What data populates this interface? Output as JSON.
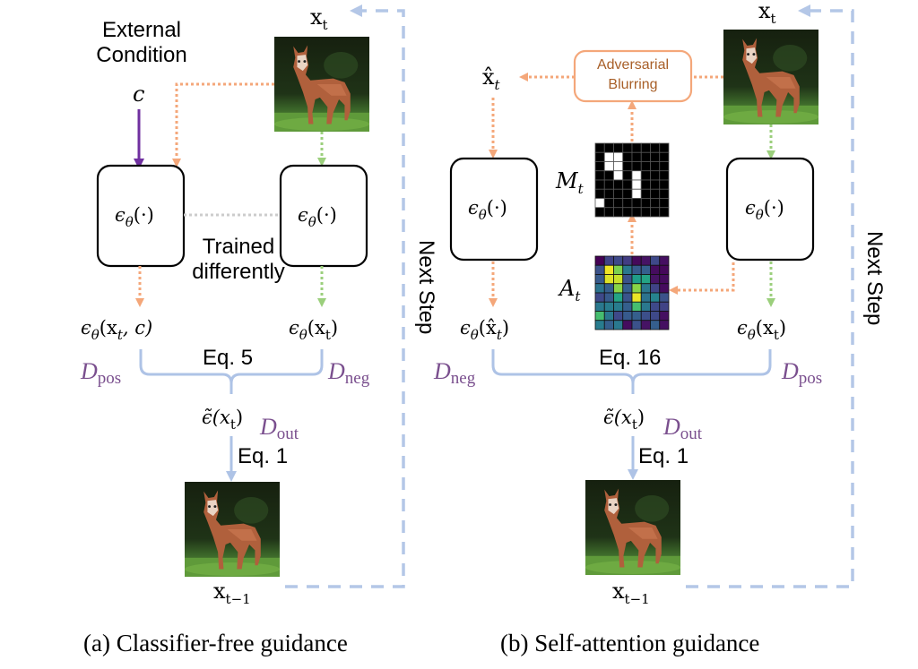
{
  "panels": {
    "a": {
      "caption": "(a) Classifier-free guidance",
      "external_condition": [
        "External",
        "Condition"
      ],
      "condition_symbol": "c",
      "input_label": "x",
      "input_sub": "t",
      "model_left": "ϵθ(·)",
      "model_right": "ϵθ(·)",
      "trained_note": [
        "Trained",
        "differently"
      ],
      "out_left": {
        "main": "ϵ",
        "sub": "θ",
        "args": "(x",
        "arg_sub": "t",
        "tail": ", c)"
      },
      "out_right": {
        "main": "ϵ",
        "sub": "θ",
        "args": "(x",
        "arg_sub": "t",
        "tail": ")"
      },
      "eq_merge": "Eq. 5",
      "d_left": {
        "main": "D",
        "sub": "pos"
      },
      "d_right": {
        "main": "D",
        "sub": "neg"
      },
      "combined": {
        "main": "ϵ̃(x",
        "sub": "t",
        "tail": ")"
      },
      "d_out": {
        "main": "D",
        "sub": "out"
      },
      "eq_step": "Eq. 1",
      "output_label": "x",
      "output_sub": "t−1",
      "next_step": "Next Step"
    },
    "b": {
      "caption": "(b) Self-attention guidance",
      "input_label": "x",
      "input_sub": "t",
      "blur_box": [
        "Adversarial",
        "Blurring"
      ],
      "blurred_label": "x̂",
      "blurred_sub": "t",
      "mask_label": {
        "main": "M",
        "sub": "t"
      },
      "attn_label": {
        "main": "A",
        "sub": "t"
      },
      "model_left": "ϵθ(·)",
      "model_right": "ϵθ(·)",
      "out_left": {
        "main": "ϵ",
        "sub": "θ",
        "args": "(x̂",
        "arg_sub": "t",
        "tail": ")"
      },
      "out_right": {
        "main": "ϵ",
        "sub": "θ",
        "args": "(x",
        "arg_sub": "t",
        "tail": ")"
      },
      "eq_merge": "Eq. 16",
      "d_left": {
        "main": "D",
        "sub": "neg"
      },
      "d_right": {
        "main": "D",
        "sub": "pos"
      },
      "combined": {
        "main": "ϵ̃(x",
        "sub": "t",
        "tail": ")"
      },
      "d_out": {
        "main": "D",
        "sub": "out"
      },
      "eq_step": "Eq. 1",
      "output_label": "x",
      "output_sub": "t−1",
      "next_step": "Next Step",
      "mask_grid": [
        [
          0,
          0,
          0,
          0,
          0,
          0,
          0,
          0
        ],
        [
          0,
          1,
          1,
          0,
          0,
          0,
          0,
          0
        ],
        [
          0,
          1,
          1,
          0,
          0,
          0,
          0,
          0
        ],
        [
          0,
          0,
          1,
          0,
          1,
          0,
          0,
          0
        ],
        [
          0,
          0,
          0,
          0,
          1,
          0,
          0,
          0
        ],
        [
          0,
          0,
          0,
          0,
          1,
          0,
          0,
          0
        ],
        [
          1,
          0,
          0,
          0,
          0,
          0,
          0,
          0
        ],
        [
          0,
          0,
          0,
          0,
          0,
          0,
          0,
          0
        ]
      ],
      "attention_grid": [
        [
          0.0,
          0.2,
          0.22,
          0.18,
          0.02,
          0.05,
          0.22,
          0.04
        ],
        [
          0.25,
          0.98,
          0.8,
          0.4,
          0.28,
          0.3,
          0.03,
          0.02
        ],
        [
          0.28,
          0.95,
          0.92,
          0.25,
          0.55,
          0.58,
          0.05,
          0.03
        ],
        [
          0.38,
          0.3,
          0.82,
          0.3,
          0.82,
          0.4,
          0.2,
          0.03
        ],
        [
          0.22,
          0.28,
          0.58,
          0.26,
          0.97,
          0.38,
          0.45,
          0.25
        ],
        [
          0.4,
          0.42,
          0.42,
          0.3,
          0.7,
          0.4,
          0.22,
          0.2
        ],
        [
          0.7,
          0.4,
          0.22,
          0.28,
          0.3,
          0.24,
          0.22,
          0.04
        ],
        [
          0.42,
          0.3,
          0.4,
          0.03,
          0.25,
          0.05,
          0.3,
          0.04
        ]
      ]
    }
  },
  "colors": {
    "orange_flow": "#f4a77a",
    "green_flow": "#9bcf7c",
    "purple_condition": "#7030a0",
    "blue_merge": "#aec3e6",
    "blue_dashed": "#b4c7e7",
    "gray_link": "#cccccc",
    "purple_text": "#7a4f8e",
    "blur_box_border": "#f4a77a"
  }
}
